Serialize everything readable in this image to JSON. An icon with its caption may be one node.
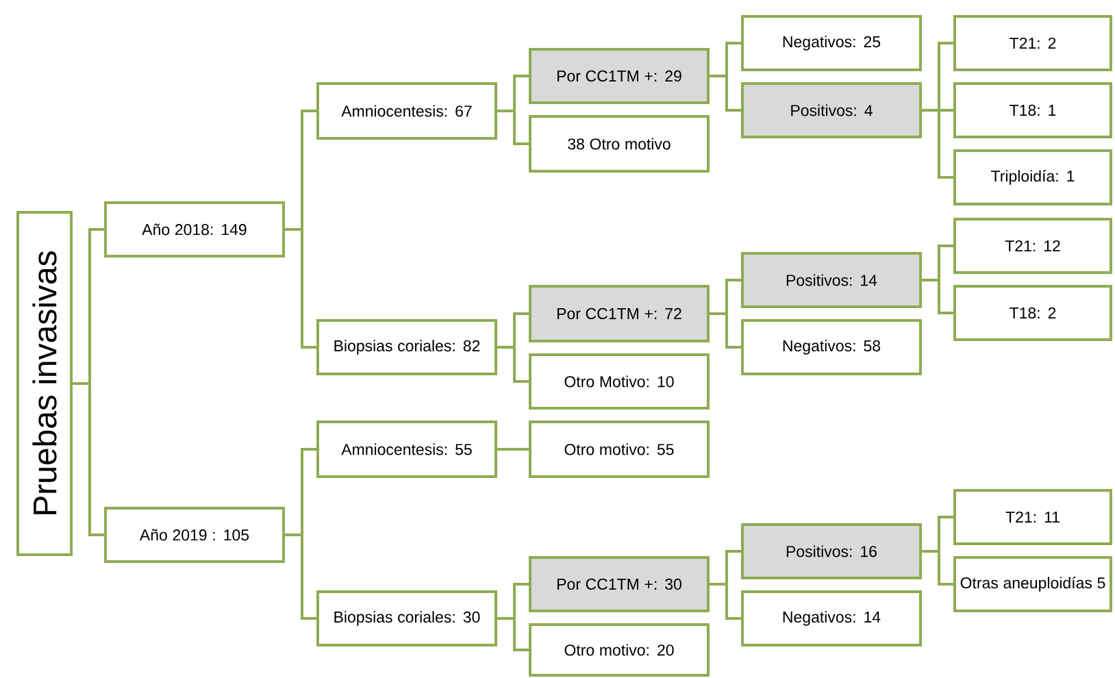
{
  "diagram": {
    "nodes": [
      {
        "text": [
          "Pruebas invasivas"
        ]
      },
      {
        "text": [
          "Año 2018: 149"
        ]
      },
      {
        "text": [
          "Año 2019 : 105"
        ]
      },
      {
        "text": [
          "Amniocentesis: 67"
        ]
      },
      {
        "text": [
          "Biopsias coriales: 82"
        ]
      },
      {
        "text": [
          "Amniocentesis: 55"
        ]
      },
      {
        "text": [
          "Biopsias coriales: 30"
        ]
      },
      {
        "text": [
          "Por CC1TM +: 29"
        ]
      },
      {
        "text": [
          "38 Otro motivo"
        ]
      },
      {
        "text": [
          "Por CC1TM +: 72"
        ]
      },
      {
        "text": [
          "Otro Motivo: 10"
        ]
      },
      {
        "text": [
          "Otro motivo: 55"
        ]
      },
      {
        "text": [
          "Por CC1TM +: 30"
        ]
      },
      {
        "text": [
          "Otro motivo: 20"
        ]
      },
      {
        "text": [
          "Negativos: 25"
        ]
      },
      {
        "text": [
          "Positivos: 4"
        ]
      },
      {
        "text": [
          "Positivos: 14"
        ]
      },
      {
        "text": [
          "Negativos: 58"
        ]
      },
      {
        "text": [
          "Positivos: 16"
        ]
      },
      {
        "text": [
          "Negativos: 14"
        ]
      },
      {
        "text": [
          "T21: 2"
        ]
      },
      {
        "text": [
          "T18: 1"
        ]
      },
      {
        "text": [
          "Triploidía: 1"
        ]
      },
      {
        "text": [
          "T21: 12"
        ]
      },
      {
        "text": [
          "T18: 2"
        ]
      },
      {
        "text": [
          "T21: 11"
        ]
      },
      {
        "text": [
          "Otras aneuploidías 5"
        ]
      }
    ],
    "edges": [
      {
        "from": 0,
        "to": 1,
        "arrow": "none"
      },
      {
        "from": 0,
        "to": 2,
        "arrow": "none"
      },
      {
        "from": 1,
        "to": 3,
        "arrow": "none"
      },
      {
        "from": 1,
        "to": 4,
        "arrow": "none"
      },
      {
        "from": 2,
        "to": 5,
        "arrow": "none"
      },
      {
        "from": 2,
        "to": 6,
        "arrow": "none"
      },
      {
        "from": 3,
        "to": 7,
        "arrow": "none"
      },
      {
        "from": 3,
        "to": 8,
        "arrow": "none"
      },
      {
        "from": 4,
        "to": 9,
        "arrow": "none"
      },
      {
        "from": 4,
        "to": 10,
        "arrow": "none"
      },
      {
        "from": 5,
        "to": 11,
        "arrow": "none"
      },
      {
        "from": 6,
        "to": 12,
        "arrow": "none"
      },
      {
        "from": 6,
        "to": 13,
        "arrow": "none"
      },
      {
        "from": 7,
        "to": 14,
        "arrow": "none"
      },
      {
        "from": 7,
        "to": 15,
        "arrow": "none"
      },
      {
        "from": 9,
        "to": 16,
        "arrow": "none"
      },
      {
        "from": 9,
        "to": 17,
        "arrow": "none"
      },
      {
        "from": 12,
        "to": 18,
        "arrow": "none"
      },
      {
        "from": 12,
        "to": 19,
        "arrow": "none"
      },
      {
        "from": 15,
        "to": 20,
        "arrow": "none"
      },
      {
        "from": 15,
        "to": 21,
        "arrow": "none"
      },
      {
        "from": 15,
        "to": 22,
        "arrow": "none"
      },
      {
        "from": 16,
        "to": 23,
        "arrow": "none"
      },
      {
        "from": 16,
        "to": 24,
        "arrow": "none"
      },
      {
        "from": 18,
        "to": 25,
        "arrow": "none"
      },
      {
        "from": 18,
        "to": 26,
        "arrow": "none"
      }
    ]
  }
}
